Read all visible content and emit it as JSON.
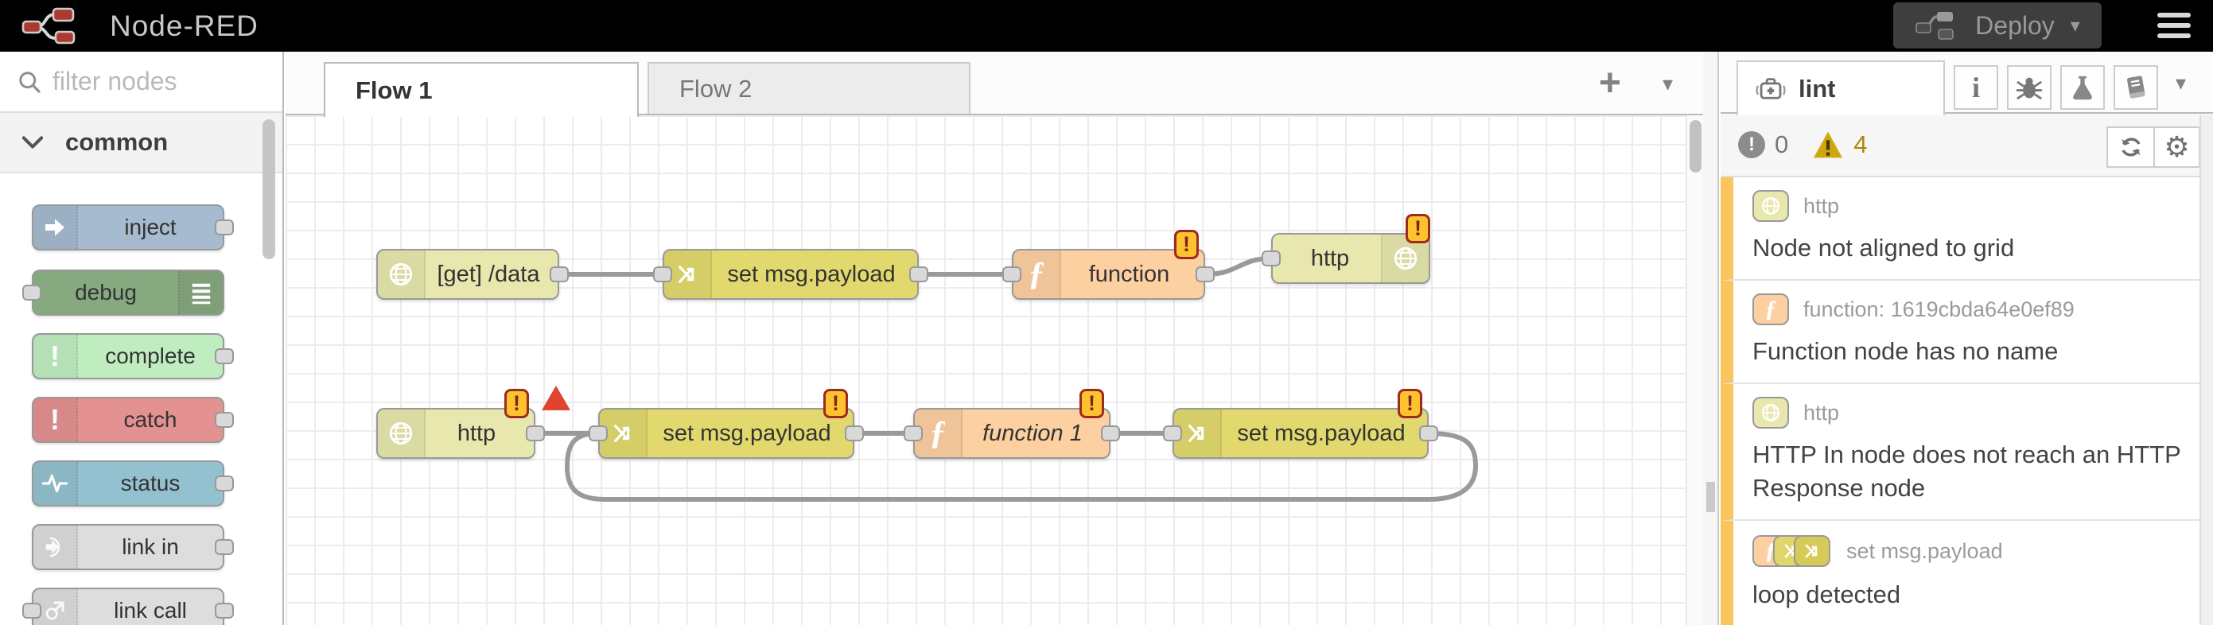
{
  "header": {
    "app_title": "Node-RED",
    "deploy_label": "Deploy"
  },
  "palette": {
    "search_placeholder": "filter nodes",
    "category_label": "common",
    "nodes": [
      {
        "label": "inject",
        "type": "inject",
        "color": "#a6bbcf"
      },
      {
        "label": "debug",
        "type": "debug",
        "color": "#87a980"
      },
      {
        "label": "complete",
        "type": "complete",
        "color": "#c0edc0"
      },
      {
        "label": "catch",
        "type": "catch",
        "color": "#e49191"
      },
      {
        "label": "status",
        "type": "status",
        "color": "#94c1d0"
      },
      {
        "label": "link in",
        "type": "link-in",
        "color": "#dddddd"
      },
      {
        "label": "link call",
        "type": "link-call",
        "color": "#dddddd"
      }
    ]
  },
  "workspace": {
    "tabs": [
      {
        "label": "Flow 1",
        "active": true
      },
      {
        "label": "Flow 2",
        "active": false
      }
    ],
    "flow_nodes": [
      {
        "label": "[get] /data",
        "type": "http-in",
        "color": "#e7e7ae",
        "warning": false,
        "error": false
      },
      {
        "label": "set msg.payload",
        "type": "change",
        "color": "#e2d96e",
        "warning": false,
        "error": false
      },
      {
        "label": "function",
        "type": "function",
        "color": "#fdd0a2",
        "warning": true,
        "error": false
      },
      {
        "label": "http",
        "type": "http-response",
        "color": "#e7e7ae",
        "warning": true,
        "error": false
      },
      {
        "label": "http",
        "type": "http-in",
        "color": "#e7e7ae",
        "warning": true,
        "error": true
      },
      {
        "label": "set msg.payload",
        "type": "change",
        "color": "#e2d96e",
        "warning": true,
        "error": false
      },
      {
        "label": "function 1",
        "type": "function",
        "color": "#fdd0a2",
        "warning": true,
        "error": false
      },
      {
        "label": "set msg.payload",
        "type": "change",
        "color": "#e2d96e",
        "warning": true,
        "error": false
      }
    ]
  },
  "sidebar": {
    "active_tab_label": "lint",
    "error_count": "0",
    "warning_count": "4",
    "issues": [
      {
        "node_label": "http",
        "message": "Node not aligned to grid",
        "badges": [
          "http-in"
        ]
      },
      {
        "node_label": "function: 1619cbda64e0ef89",
        "message": "Function node has no name",
        "badges": [
          "function"
        ]
      },
      {
        "node_label": "http",
        "message": "HTTP In node does not reach an HTTP Response node",
        "badges": [
          "http-in"
        ]
      },
      {
        "node_label": "set msg.payload",
        "message": "loop detected",
        "badges": [
          "function",
          "change",
          "change"
        ]
      }
    ]
  },
  "icons": {
    "glyphs": {
      "plus": "+",
      "caret_down": "▾",
      "gear": "⚙",
      "exclamation": "!",
      "function_f": "ƒ",
      "info": "i"
    },
    "names": [
      "node-red-logo",
      "deploy-icon",
      "hamburger-menu-icon",
      "search-icon",
      "chevron-down-icon",
      "inject-arrow-icon",
      "debug-list-icon",
      "exclamation-icon",
      "status-pulse-icon",
      "link-in-icon",
      "link-call-icon",
      "globe-icon",
      "change-shuffle-icon",
      "function-icon",
      "medkit-icon",
      "info-icon",
      "bug-icon",
      "flask-icon",
      "book-icon",
      "refresh-icon",
      "gear-icon",
      "warning-triangle-icon",
      "error-circle-icon"
    ]
  },
  "colors": {
    "header_bg": "#000000",
    "deploy_bg": "#3e3e3e",
    "logo_red": "#a93b32",
    "node_border": "#999999",
    "wire": "#9a9a9a",
    "grid_line": "#ececec",
    "warn_badge_bg": "#fcc32f",
    "warn_badge_border": "#9c2c20",
    "error_triangle": "#e0432e",
    "lint_bar": "#fbc55c",
    "warn_gold": "#ab8b07",
    "error_gray": "#8c8c8c"
  }
}
